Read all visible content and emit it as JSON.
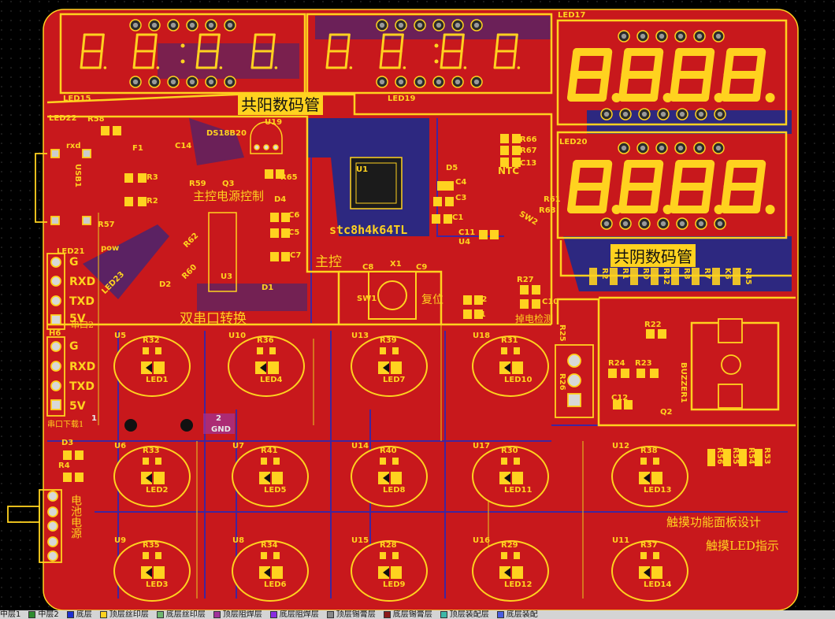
{
  "board": {
    "title_top_cn": "共阳数码管",
    "title_cathode_cn": "共阴数码管",
    "title_usart_cn": "双串口转换",
    "title_main_cn": "主控",
    "title_power_cn": "主控电源控制",
    "title_reset_cn": "复位",
    "title_temp_cn": "掉电检测",
    "title_touch_cn": "触摸功能面板设计",
    "title_touchled_cn": "触摸LED指示",
    "title_battery_cn": "电池电源",
    "title_serial2_cn": "串口2",
    "title_serial1_cn": "串口下载1",
    "mcu": "stc8h4k64TL",
    "ntc": "NTC",
    "ds18b20": "DS18B20",
    "usb": "USB1",
    "rxd": "rxd",
    "pow": "pow",
    "gnd": "GND",
    "pad1": "1",
    "pad2": "2",
    "led_labels": [
      "LED15",
      "LED19",
      "LED17",
      "LED20",
      "LED22",
      "LED21",
      "LED23"
    ],
    "header_pins_1": [
      "G",
      "RXD",
      "TXD",
      "5V"
    ],
    "header_pins_2": [
      "G",
      "RXD",
      "TXD",
      "5V"
    ],
    "h_labels": [
      "H6"
    ],
    "part_labels": {
      "r58": "R58",
      "f1": "F1",
      "c14": "C14",
      "u19": "U19",
      "q3": "Q3",
      "r59": "R59",
      "r65": "R65",
      "d4": "D4",
      "c6": "C6",
      "c5": "C5",
      "c7": "C7",
      "d1": "D1",
      "u3": "U3",
      "r3": "R3",
      "r2": "R2",
      "r57": "R57",
      "r62": "R62",
      "r60": "R60",
      "d2": "D2",
      "u1": "U1",
      "d5": "D5",
      "c4": "C4",
      "c3": "C3",
      "c1": "C1",
      "c11": "C11",
      "u4": "U4",
      "r66": "R66",
      "r67": "R67",
      "c13": "C13",
      "r61": "R61",
      "r63": "R63",
      "sw2": "SW2",
      "x1": "X1",
      "c8": "C8",
      "c9": "C9",
      "sw1": "SW1",
      "c2": "C2",
      "r1": "R1",
      "r27": "R27",
      "c10": "C10",
      "r25": "R25",
      "r26": "R26",
      "r22": "R22",
      "r24": "R24",
      "r23": "R23",
      "c12": "C12",
      "q2": "Q2",
      "buzzer": "BUZZER1",
      "d3": "D3",
      "r4": "R4"
    },
    "r_array": [
      "R2",
      "R1",
      "R0",
      "R42",
      "R8",
      "R7",
      "K6",
      "R45"
    ],
    "r_right": [
      "R56",
      "R55",
      "R54",
      "R53"
    ],
    "touch": [
      {
        "u": "U5",
        "r": "R32",
        "led": "LED1"
      },
      {
        "u": "U10",
        "r": "R36",
        "led": "LED4"
      },
      {
        "u": "U13",
        "r": "R39",
        "led": "LED7"
      },
      {
        "u": "U18",
        "r": "R31",
        "led": "LED10"
      },
      {
        "u": "U6",
        "r": "R33",
        "led": "LED2"
      },
      {
        "u": "U7",
        "r": "R41",
        "led": "LED5"
      },
      {
        "u": "U14",
        "r": "R40",
        "led": "LED8"
      },
      {
        "u": "U17",
        "r": "R30",
        "led": "LED11"
      },
      {
        "u": "U12",
        "r": "R38",
        "led": "LED13"
      },
      {
        "u": "U9",
        "r": "R35",
        "led": "LED3"
      },
      {
        "u": "U8",
        "r": "R34",
        "led": "LED6"
      },
      {
        "u": "U15",
        "r": "R28",
        "led": "LED9"
      },
      {
        "u": "U16",
        "r": "R29",
        "led": "LED12"
      },
      {
        "u": "U11",
        "r": "R37",
        "led": "LED14"
      }
    ]
  },
  "layers": [
    {
      "label": "中层1",
      "color": "#d84a4a"
    },
    {
      "label": "中层2",
      "color": "#2e8b2e"
    },
    {
      "label": "底层",
      "color": "#1e2fd0"
    },
    {
      "label": "顶层丝印层",
      "color": "#ffd21f"
    },
    {
      "label": "底层丝印层",
      "color": "#6fb56f"
    },
    {
      "label": "顶层阻焊层",
      "color": "#a0339a"
    },
    {
      "label": "底层阻焊层",
      "color": "#8a2be2"
    },
    {
      "label": "顶层锡膏层",
      "color": "#888888"
    },
    {
      "label": "底层锡膏层",
      "color": "#8b1a1a"
    },
    {
      "label": "顶层装配层",
      "color": "#3cb8a8"
    },
    {
      "label": "底层装配",
      "color": "#4a5de0"
    }
  ]
}
